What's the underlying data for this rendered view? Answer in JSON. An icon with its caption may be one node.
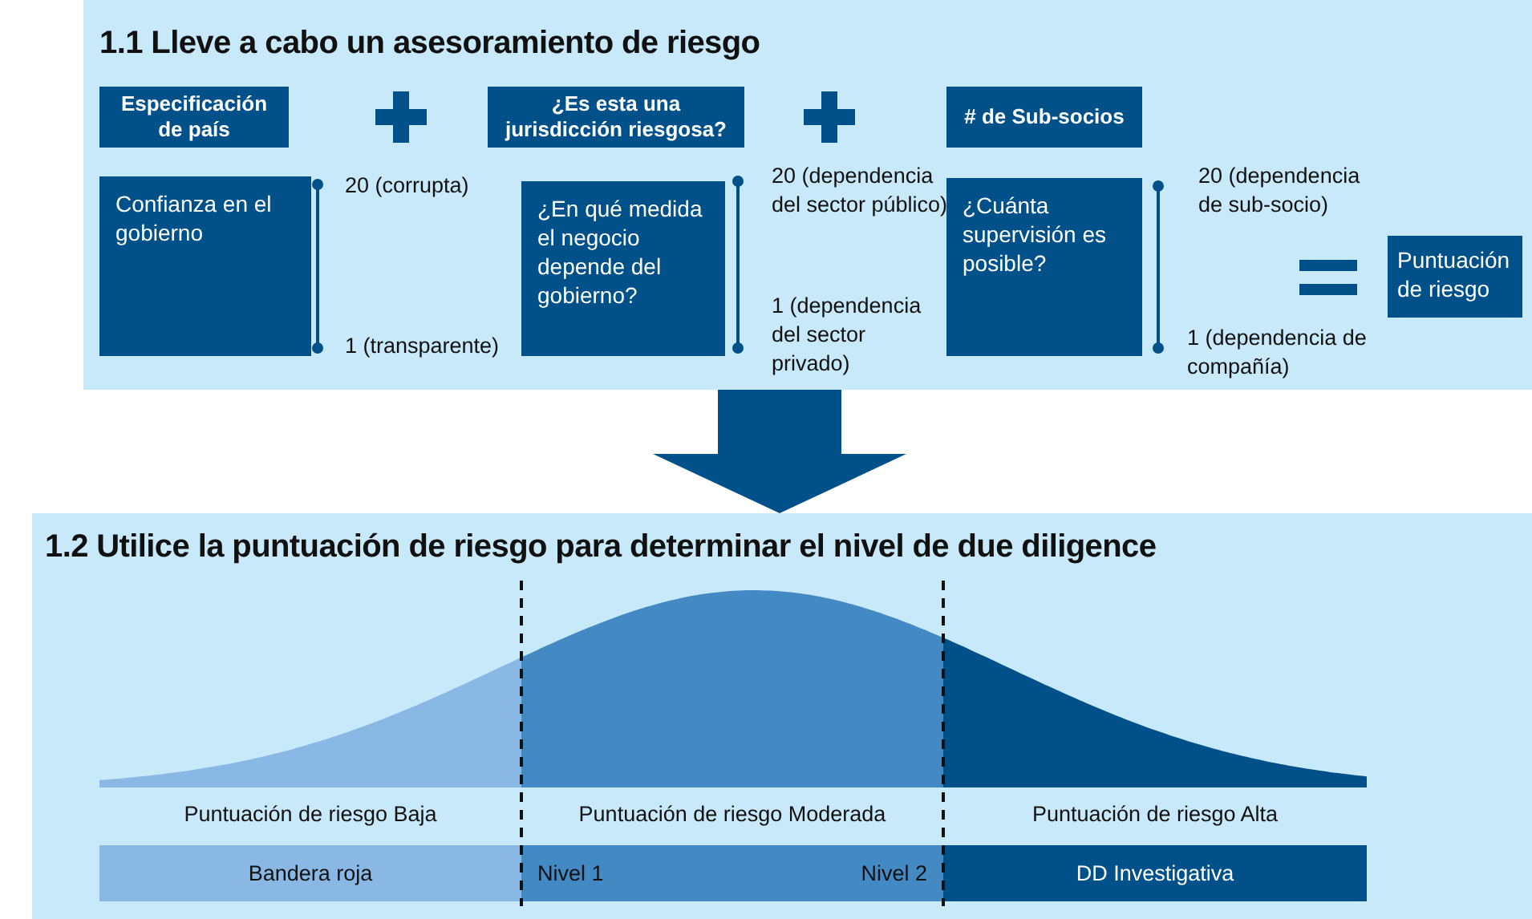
{
  "diagram": {
    "nodes": [
      {
        "text": [
          "1.1 Lleve a cabo un asesoramiento de riesgo"
        ]
      },
      {
        "text": [
          "Especificación de país"
        ],
        "in": 0
      },
      {
        "text": [
          "¿Es esta una jurisdicción riesgosa?"
        ],
        "in": 0
      },
      {
        "text": [
          "# de Sub-socios"
        ],
        "in": 0
      },
      {
        "text": [
          "Confianza en el gobierno"
        ],
        "in": 0
      },
      {
        "text": [
          "¿En qué medida el negocio depende del gobierno?"
        ],
        "in": 0
      },
      {
        "text": [
          "¿Cuánta supervisión es posible?"
        ],
        "in": 0
      },
      {
        "text": [
          "Puntuación de riesgo"
        ],
        "in": 0
      },
      {
        "text": [
          "1.2 Utilice la puntuación de riesgo para determinar el nivel de due diligence"
        ]
      },
      {
        "text": [
          "Bandera roja"
        ],
        "in": 8
      },
      {
        "text": [
          "Nivel 1",
          "Nivel 2"
        ],
        "in": 8
      },
      {
        "text": [
          "DD Investigativa"
        ],
        "in": 8
      }
    ],
    "edges": [
      {
        "from": 0,
        "to": 8,
        "arrow": "to"
      }
    ],
    "labels": [
      "20 (corrupta)",
      "1 (transparente)",
      "20 (dependencia del sector público)",
      "1 (dependencia del sector privado)",
      "20 (dependencia de sub-socio)",
      "1 (dependencia de compañía)",
      "Puntuación de riesgo Baja",
      "Puntuación de riesgo Moderada",
      "Puntuación de riesgo Alta"
    ]
  }
}
